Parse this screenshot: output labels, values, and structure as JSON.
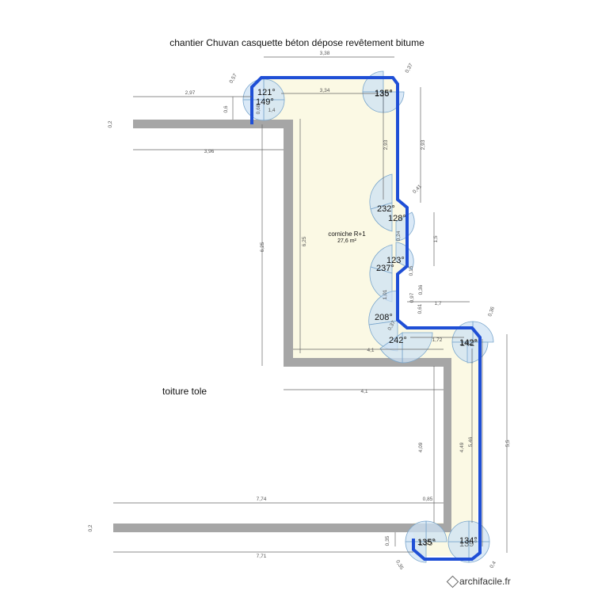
{
  "title": "chantier Chuvan casquette béton dépose revêtement  bitume",
  "roof_label": "toiture tole",
  "room": {
    "name": "corniche R+1",
    "area": "27,6 m²"
  },
  "watermark": "archifacile.fr",
  "colors": {
    "wall": "#a6a6a6",
    "outline": "#1f4fd6",
    "floor": "#fbf9e4",
    "arc_fill": "#cde2f4",
    "arc_stroke": "#7aa6cc",
    "dim": "#555555"
  },
  "dimensions": {
    "d338": "3,38",
    "d334": "3,34",
    "d297": "2,97",
    "d396": "3,96",
    "d06": "0,6",
    "d02a": "0,2",
    "d02b": "0,2",
    "d057": "0,57",
    "d037": "0,37",
    "d14": "1,4",
    "d293a": "2,93",
    "d293b": "2,93",
    "d625a": "6,25",
    "d625b": "6,25",
    "d041": "0,41",
    "d15": "1,5",
    "d17": "1,7",
    "d036": "0,36",
    "d172": "1,72",
    "d41a": "4,1",
    "d41b": "4,1",
    "d409": "4,09",
    "d449": "4,49",
    "d546": "5,46",
    "d55": "5,5",
    "d774": "7,74",
    "d085": "0,85",
    "d771": "7,71",
    "d035": "0,35",
    "d04": "0,4",
    "d035b": "0,35",
    "d024": "0,24",
    "d015": "0,15",
    "d036b": "0,36",
    "d097": "0,97",
    "d101": "1,01",
    "d061": "0,61",
    "d037b": "0,37",
    "d068": "0,68"
  },
  "angles": {
    "a121": "121°",
    "a149": "149°",
    "a135a": "135°",
    "a136": "136°",
    "a232": "232°",
    "a128": "128°",
    "a237": "237°",
    "a123": "123°",
    "a208": "208°",
    "a242": "242°",
    "a142": "142°",
    "a142b": "142°",
    "a135b": "135°",
    "a135c": "135°",
    "a134": "134°",
    "a139": "139°"
  }
}
